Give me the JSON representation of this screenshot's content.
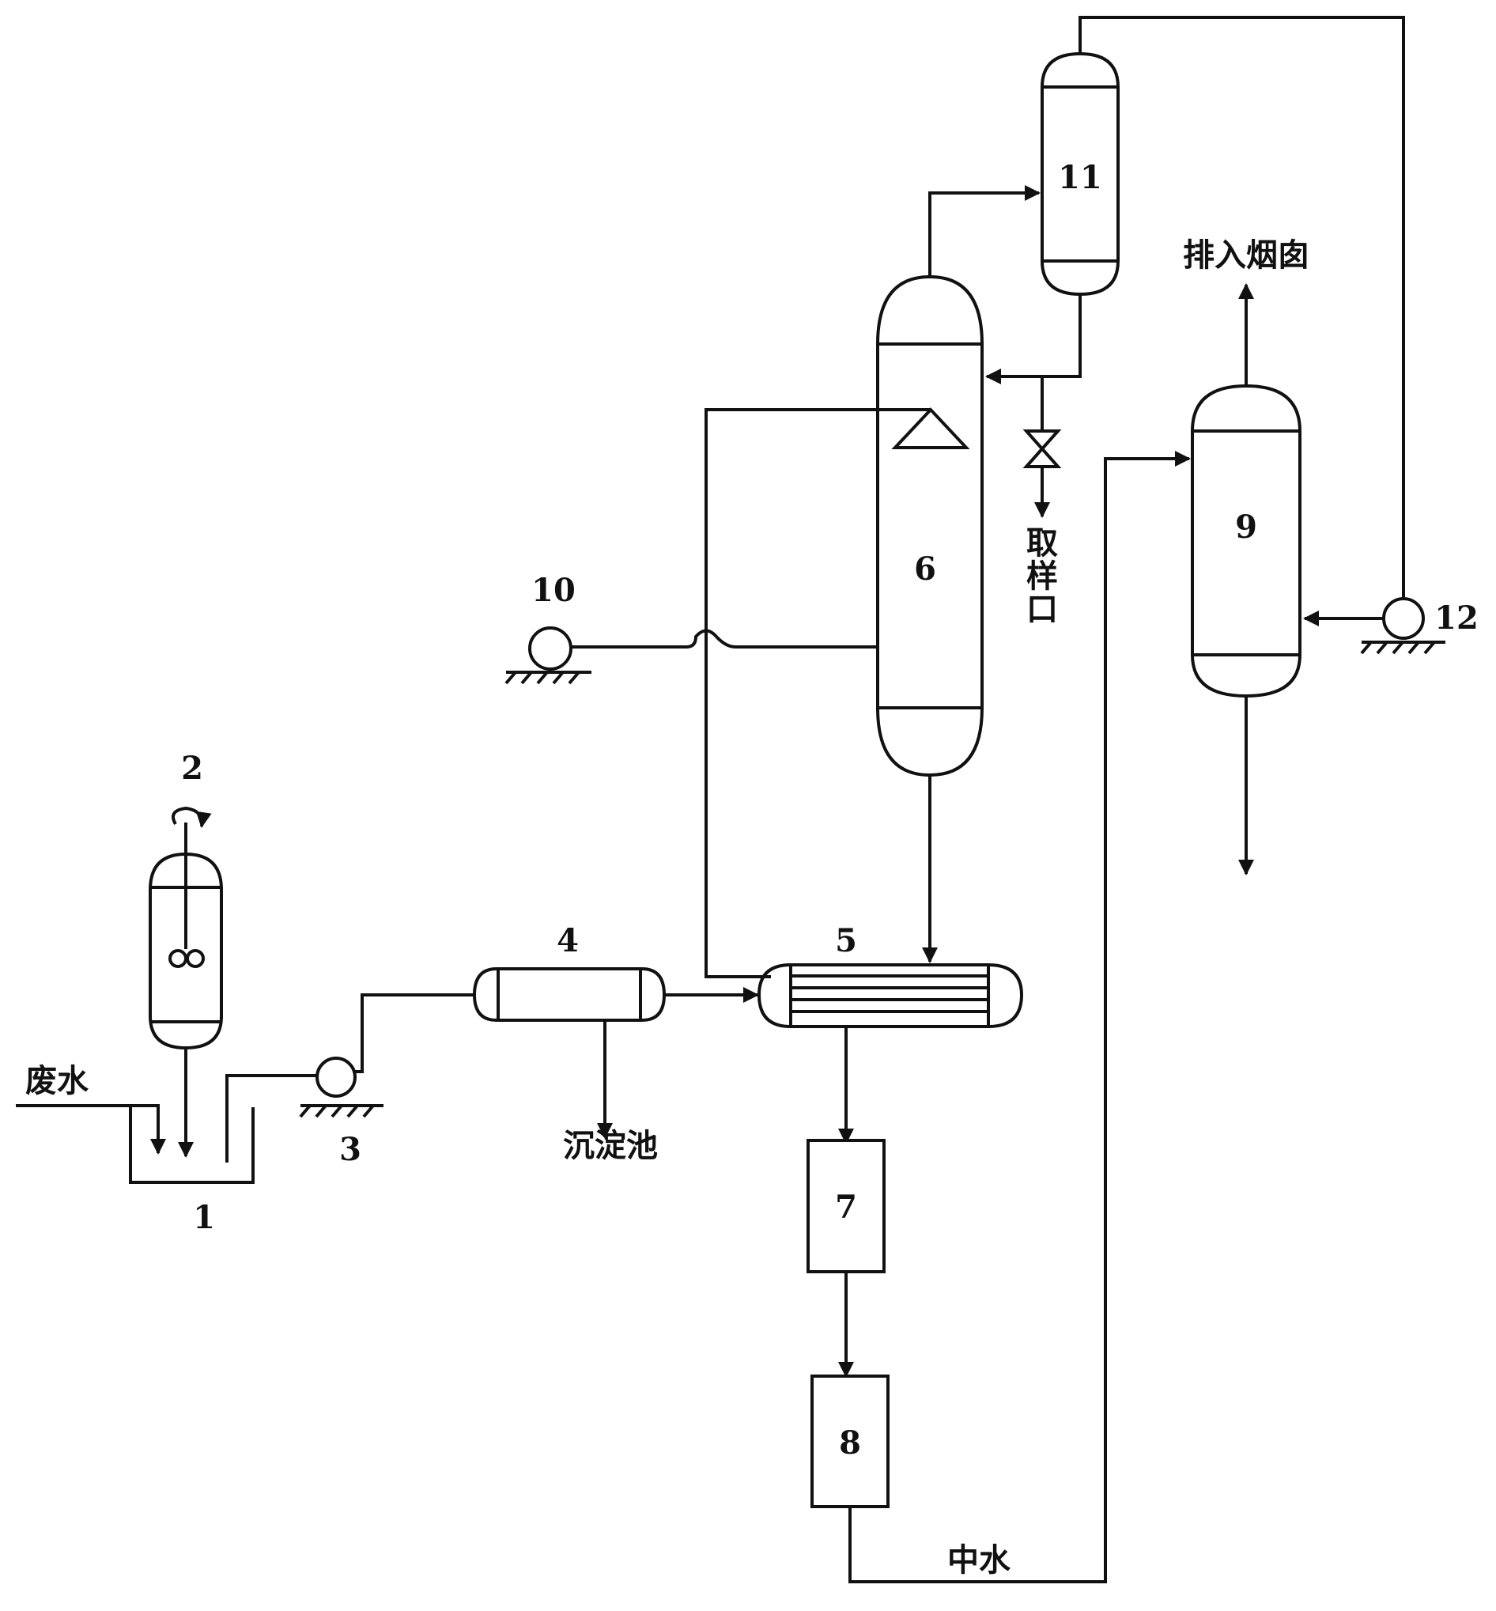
{
  "labels": {
    "n1": "1",
    "n2": "2",
    "n3": "3",
    "n4": "4",
    "n5": "5",
    "n6": "6",
    "n7": "7",
    "n8": "8",
    "n9": "9",
    "n10": "10",
    "n11": "11",
    "n12": "12",
    "wastewater": "废水",
    "settling_tank": "沉淀池",
    "sampling_port": [
      "取",
      "样",
      "口"
    ],
    "to_chimney": "排入烟囱",
    "reclaimed_water": "中水"
  }
}
